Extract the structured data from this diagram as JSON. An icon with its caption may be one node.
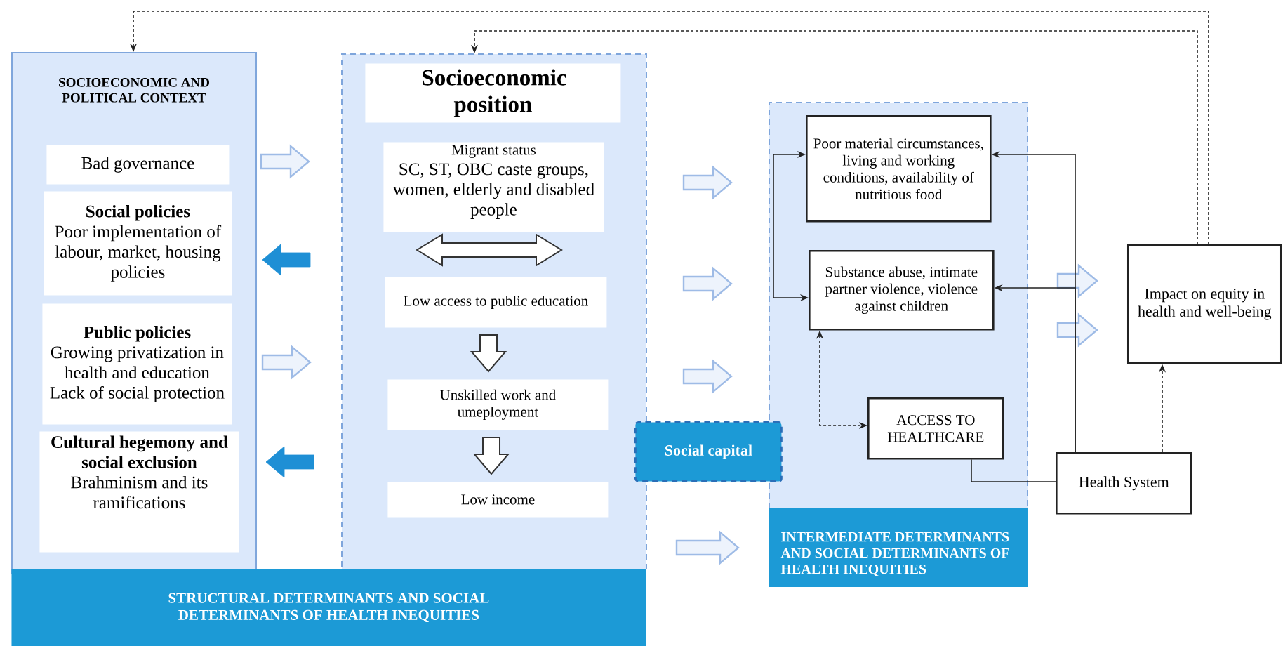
{
  "diagram": {
    "nodes": [
      {
        "text": [
          "SOCIOECONOMIC AND POLITICAL CONTEXT"
        ]
      },
      {
        "text": [
          "Bad governance"
        ],
        "in": 0
      },
      {
        "text": [
          "Social policies",
          "Poor implementation of labour, market, housing policies"
        ],
        "in": 0
      },
      {
        "text": [
          "Public policies",
          "Growing privatization in health and education",
          "Lack of social protection"
        ],
        "in": 0
      },
      {
        "text": [
          "Cultural hegemony and social exclusion",
          "Brahminism and its ramifications"
        ],
        "in": 0
      },
      {
        "text": [],
        "shape": "box"
      },
      {
        "text": [
          "Socioeconomic position"
        ],
        "in": 5
      },
      {
        "text": [
          "Migrant status",
          "SC, ST, OBC caste groups, women, elderly and disabled people"
        ],
        "in": 5
      },
      {
        "text": [
          "Low access to public education"
        ],
        "in": 5
      },
      {
        "text": [
          "Unskilled work and umeployment"
        ],
        "in": 5
      },
      {
        "text": [
          "Low income"
        ],
        "in": 5
      },
      {
        "text": [
          "STRUCTURAL DETERMINANTS AND SOCIAL DETERMINANTS OF HEALTH INEQUITIES"
        ]
      },
      {
        "text": [
          "Social capital"
        ]
      },
      {
        "text": [
          "INTERMEDIATE DETERMINANTS AND SOCIAL DETERMINANTS OF HEALTH INEQUITIES"
        ]
      },
      {
        "text": [
          "Poor material circumstances, living and working conditions, availability of nutritious food"
        ],
        "in": 13
      },
      {
        "text": [
          "Substance abuse, intimate partner violence, violence against children"
        ],
        "in": 13
      },
      {
        "text": [
          "ACCESS TO HEALTHCARE"
        ],
        "in": 13
      },
      {
        "text": [
          "Health System"
        ]
      },
      {
        "text": [
          "Impact on equity in health and well-being"
        ]
      }
    ],
    "edges": [
      {
        "from": 1,
        "to": 5,
        "arrow": "to",
        "style": "thick",
        "color": "#9ebbe6"
      },
      {
        "from": 5,
        "to": 2,
        "arrow": "to",
        "style": "thick",
        "color": "#1e8fd5"
      },
      {
        "from": 3,
        "to": 5,
        "arrow": "to",
        "style": "thick",
        "color": "#9ebbe6"
      },
      {
        "from": 5,
        "to": 4,
        "arrow": "to",
        "style": "thick",
        "color": "#1e8fd5"
      },
      {
        "from": 8,
        "to": 9,
        "arrow": "to",
        "style": "thick"
      },
      {
        "from": 9,
        "to": 10,
        "arrow": "to",
        "style": "thick"
      },
      {
        "from": 5,
        "to": 13,
        "arrow": "to",
        "style": "thick",
        "color": "#9ebbe6"
      },
      {
        "from": 5,
        "to": 13,
        "arrow": "to",
        "style": "thick",
        "color": "#9ebbe6"
      },
      {
        "from": 5,
        "to": 13,
        "arrow": "to",
        "style": "thick",
        "color": "#9ebbe6"
      },
      {
        "from": 11,
        "to": 13,
        "arrow": "to",
        "style": "thick",
        "color": "#9ebbe6"
      },
      {
        "from": 13,
        "to": 18,
        "arrow": "to",
        "style": "thick",
        "color": "#9ebbe6"
      },
      {
        "from": 13,
        "to": 18,
        "arrow": "to",
        "style": "thick",
        "color": "#9ebbe6"
      },
      {
        "from": 14,
        "to": 15,
        "arrow": "both"
      },
      {
        "from": 15,
        "to": 16,
        "arrow": "both",
        "style": "dashed"
      },
      {
        "from": 17,
        "to": 14,
        "arrow": "to"
      },
      {
        "from": 17,
        "to": 15,
        "arrow": "to"
      },
      {
        "from": 16,
        "to": 17,
        "arrow": "none"
      },
      {
        "from": 17,
        "to": 18,
        "arrow": "to",
        "style": "dashed"
      },
      {
        "from": 18,
        "to": 0,
        "arrow": "to",
        "style": "dashed"
      },
      {
        "from": 18,
        "to": 5,
        "arrow": "to",
        "style": "dashed"
      }
    ]
  }
}
